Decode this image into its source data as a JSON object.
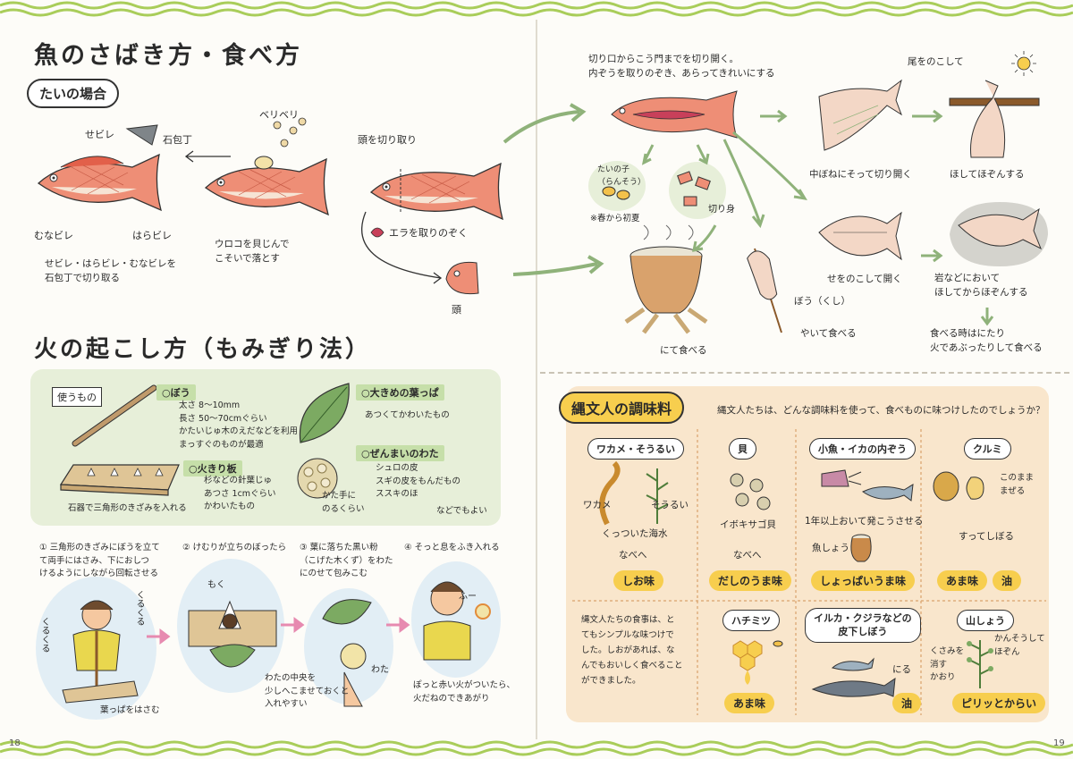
{
  "left": {
    "main_title": "魚のさばき方・食べ方",
    "tai_pill": "たいの場合",
    "fish_labels": {
      "sebire": "せビレ",
      "ishibocho": "石包丁",
      "munabire": "むなビレ",
      "harabire": "はらビレ",
      "beribiri": "ベリベリ",
      "atama_kiri": "頭を切り取り",
      "era": "エラを取りのぞく",
      "atama": "頭"
    },
    "fish_captions": {
      "fins": "せビレ・はらビレ・むなビレを\n石包丁で切り取る",
      "scales": "ウロコを貝じんで\nこそいで落とす"
    },
    "fire_title": "火の起こし方（もみぎり法）",
    "tools": {
      "header": "使うもの",
      "bou_tag": "○ぼう",
      "bou_text": "太さ 8～10mm\n長さ 50～70cmぐらい\nかたいじゅ木のえだなどを利用\nまっすぐのものが最適",
      "hikiri_tag": "○火きり板",
      "hikiri_text": "杉などの針葉じゅ\nあつさ 1cmぐらい\nかわいたもの",
      "ita_caption": "石器で三角形のきざみを入れる",
      "happa_tag": "○大きめの葉っぱ",
      "happa_text": "あつくてかわいたもの",
      "zenmai_tag": "○ぜんまいのわた",
      "zenmai_text": "シュロの皮\nスギの皮をもんだもの\nススキのほ",
      "zenmai_size": "かた手に\nのるくらい",
      "nado": "などでもよい"
    },
    "steps": [
      {
        "num": "①",
        "text": "三角形のきざみにぼうを立て\nて両手にはさみ、下におしつ\nけるようにしながら回転させる"
      },
      {
        "num": "②",
        "text": "けむりが立ちのぼったら"
      },
      {
        "num": "③",
        "text": "葉に落ちた黒い粉\n（こげた木くず）をわた\nにのせて包みこむ"
      },
      {
        "num": "④",
        "text": "そっと息をふき入れる"
      }
    ],
    "step_notes": {
      "kurukuru1": "くるくる",
      "kurukuru2": "くるくる",
      "moku": "もく",
      "happa_hasamu": "葉っぱをはさむ",
      "wata": "わた",
      "wata_chuo": "わたの中央を\n少しへこませておくと\n入れやすい",
      "fu": "ふー",
      "hi_tsuita": "ぽっと赤い火がついたら、\n火だねのできあがり"
    },
    "page_number": "18"
  },
  "right": {
    "cut_text": "切り口からこう門までを切り開く。\n内ぞうを取りのぞき、あらってきれいにする",
    "tai_no_ko": "たいの子\n（らんそう）",
    "kirimi": "切り身",
    "ko_note": "※春から初夏",
    "niteru": "にて食べる",
    "bou_kushi": "ぼう（くし）",
    "yaite": "やいて食べる",
    "o_nokoshite": "尾をのこして",
    "naka_bone": "中ぼねにそって切り開く",
    "hoshite": "ほしてほぞんする",
    "se_nokoshite": "せをのこして開く",
    "iwa": "岩などにおいて\nほしてからほぞんする",
    "taberu": "食べる時はにたり\n火であぶったりして食べる",
    "seasoning_title": "縄文人の調味料",
    "seasoning_question": "縄文人たちは、どんな調味料を使って、食べものに味つけしたのでしょうか？",
    "columns": [
      {
        "name": "ワカメ・そうるい",
        "notes": [
          "ワカメ",
          "そうるい",
          "くっついた海水",
          "なべへ"
        ],
        "result": "しお味"
      },
      {
        "name": "貝",
        "notes": [
          "イボキサゴ貝",
          "なべへ"
        ],
        "result": "だしのうま味"
      },
      {
        "name": "小魚・イカの内ぞう",
        "notes": [
          "1年以上おいて発こうさせる",
          "魚しょう"
        ],
        "result": "しょっぱいうま味"
      },
      {
        "name": "クルミ",
        "notes": [
          "このまま\nまぜる",
          "すってしぼる"
        ],
        "result": "あま味",
        "result2": "油"
      }
    ],
    "bottom_text": "縄文人たちの食事は、と\nてもシンプルな味つけで\nした。しおがあれば、な\nんでもおいしく食べること\nができました。",
    "hachimitsu": {
      "name": "ハチミツ",
      "result": "あま味"
    },
    "iruka": {
      "name": "イルカ・クジラなどの\n皮下しぼう",
      "note": "にる",
      "result": "油"
    },
    "sansho": {
      "name": "山しょう",
      "note1": "かんそうして\nほぞん",
      "note2": "くさみを\n消す\nかおり",
      "result": "ピリッとからい"
    },
    "page_number": "19"
  },
  "colors": {
    "wave": "#a9cd5a",
    "green_panel": "#e7efd9",
    "tan_panel": "#f9e6cc",
    "yellow_pill": "#f7ce4e",
    "tag_green": "#c6dfa9",
    "fish_red": "#e2604a"
  }
}
